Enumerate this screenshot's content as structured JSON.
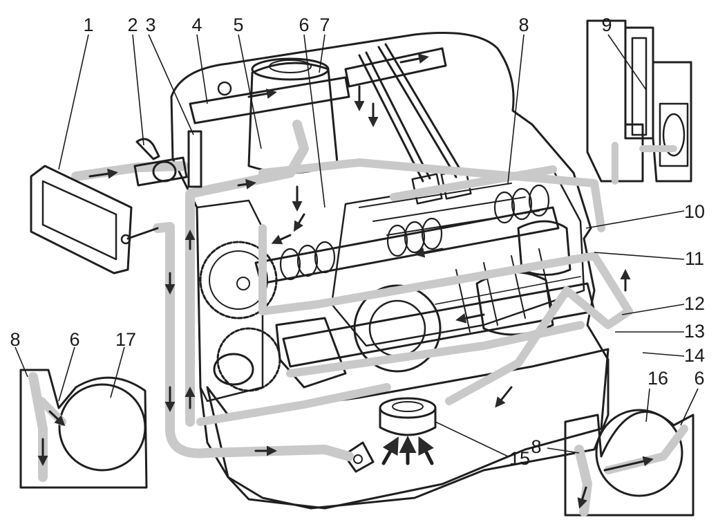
{
  "colors": {
    "ink": "#1f1f1f",
    "oil_path": "#c9c9c9",
    "engine_fill": "#f4f4f4",
    "arrow": "#2a2a2a",
    "background": "#ffffff"
  },
  "icons": [
    "oil-flow-arrow",
    "hatched-section"
  ],
  "callouts": [
    "1",
    "2",
    "3",
    "4",
    "5",
    "6",
    "7",
    "8",
    "9",
    "10",
    "11",
    "12",
    "13",
    "14",
    "15",
    "16",
    "17"
  ],
  "inset_left": {
    "labels": [
      "8",
      "6",
      "17"
    ]
  },
  "inset_right": {
    "labels": [
      "16",
      "6",
      "8"
    ]
  }
}
